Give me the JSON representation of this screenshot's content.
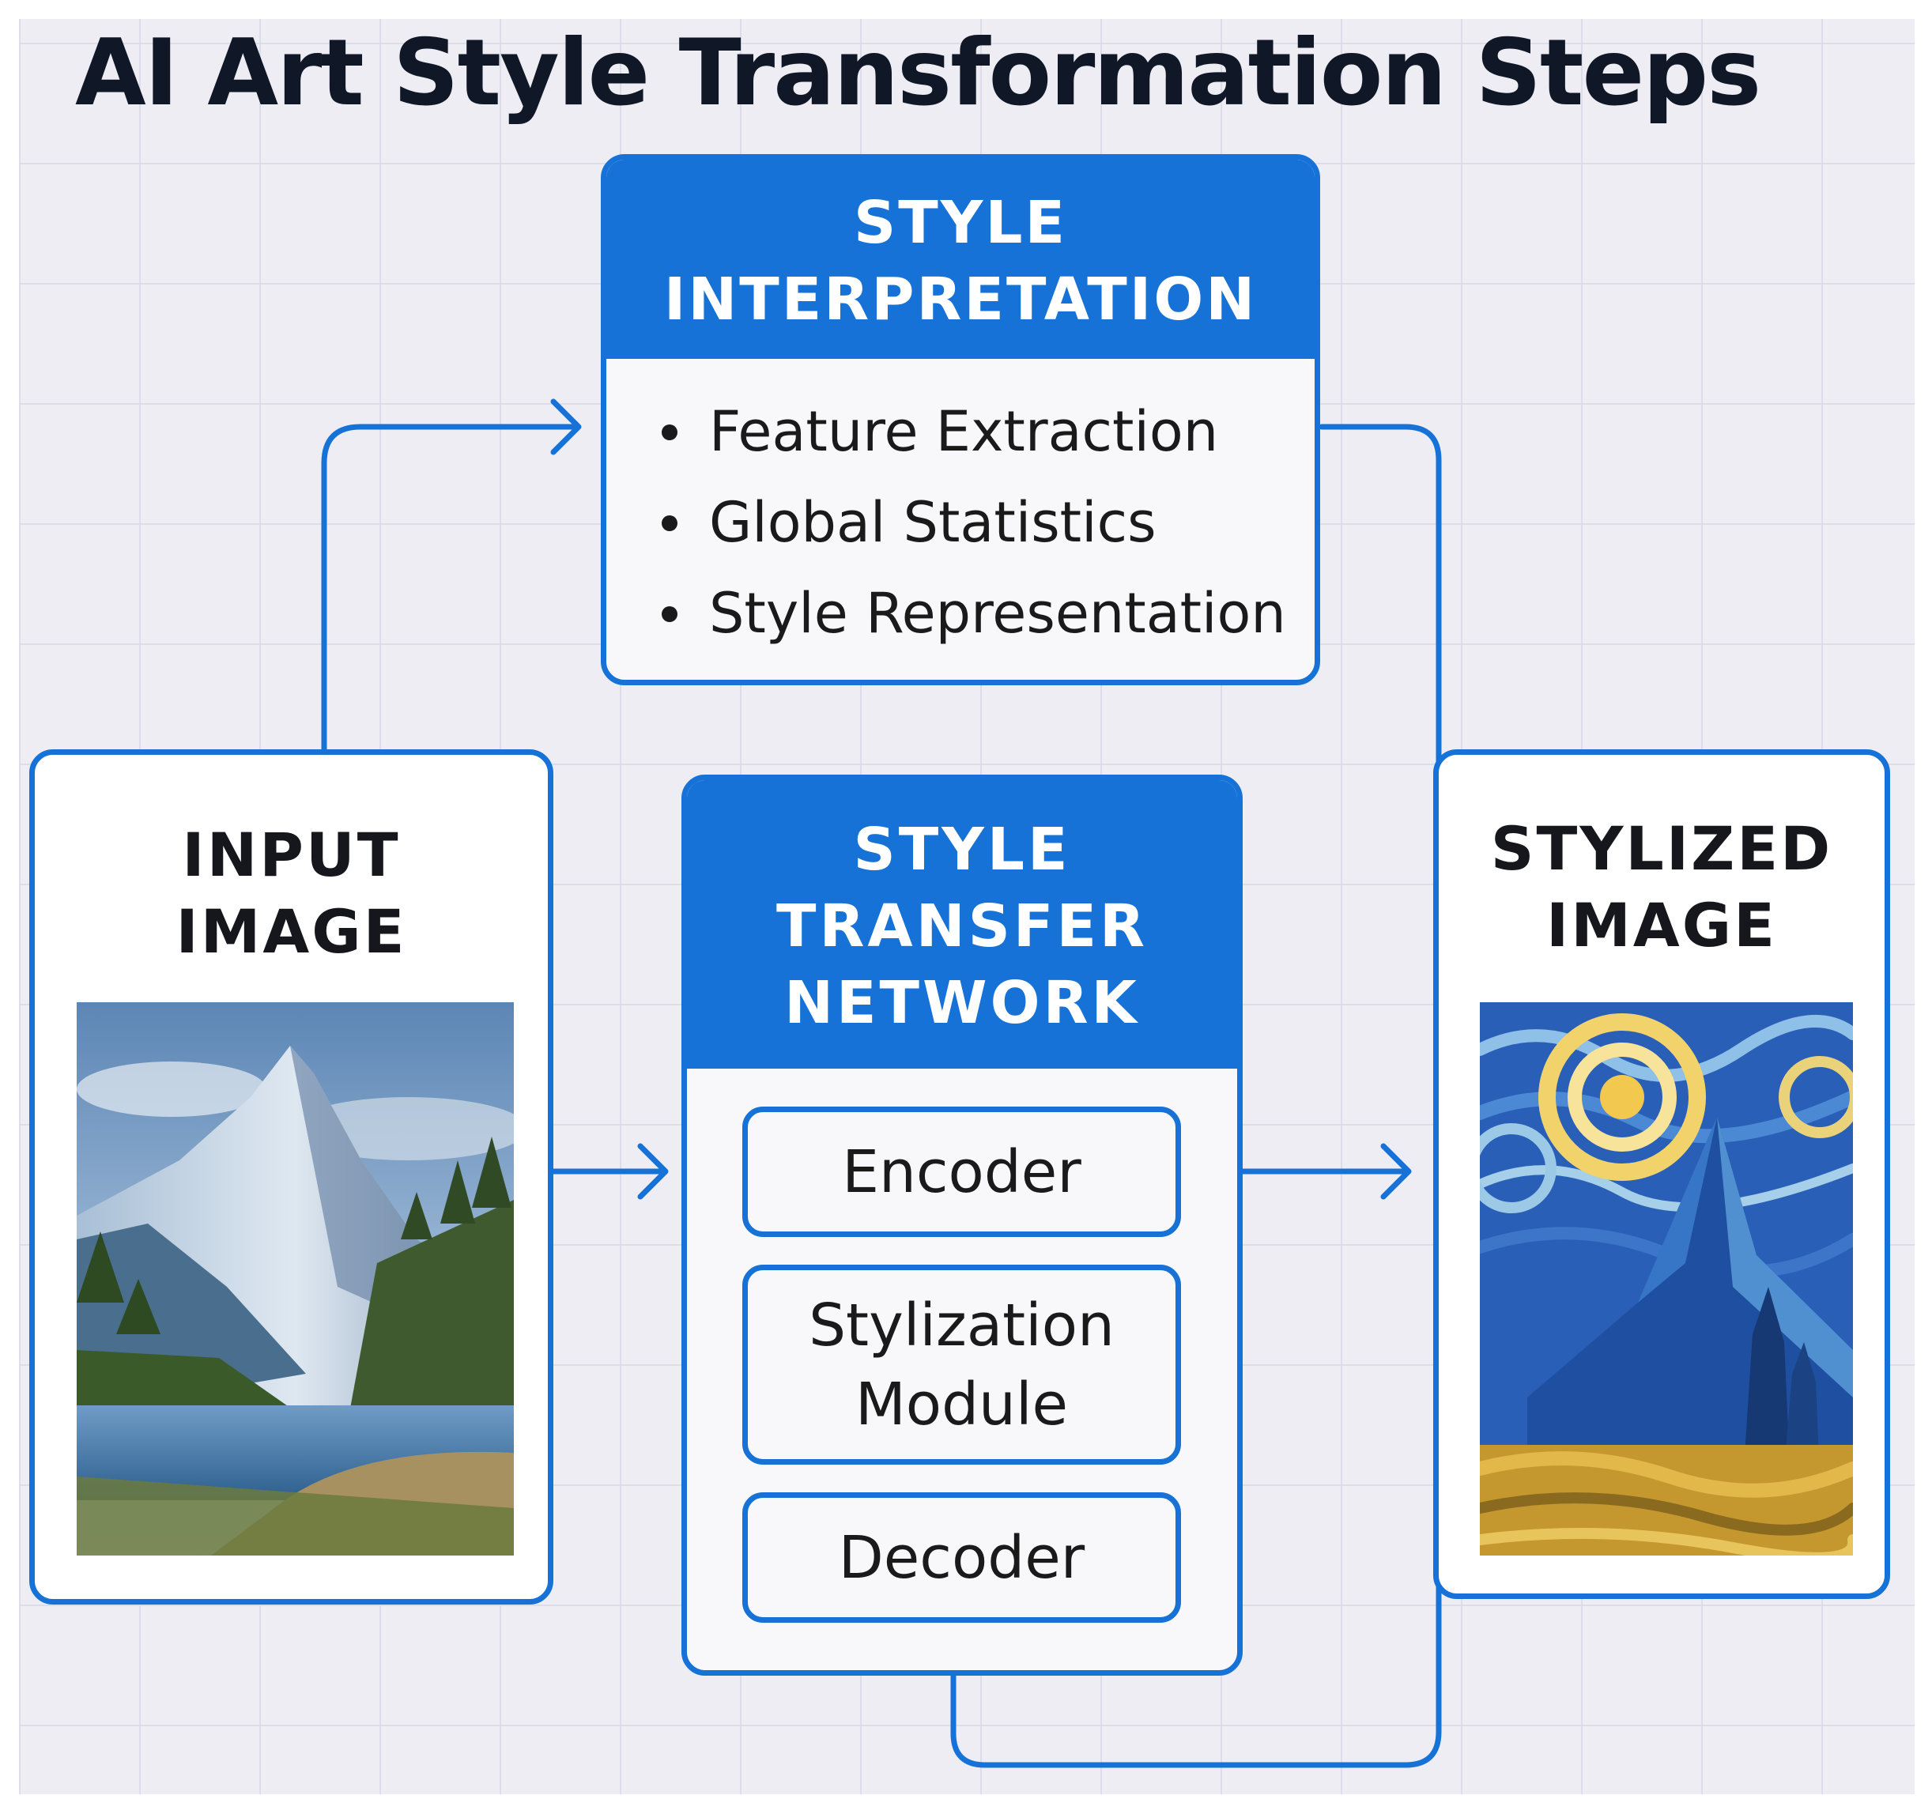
{
  "title": "AI Art Style Transformation Steps",
  "style_interpretation": {
    "heading": [
      "STYLE",
      "INTERPRETATION"
    ],
    "bullets": [
      "Feature Extraction",
      "Global Statistics",
      "Style Representation"
    ]
  },
  "input_image": {
    "heading": [
      "INPUT",
      "IMAGE"
    ]
  },
  "style_transfer_network": {
    "heading": [
      "STYLE",
      "TRANSFER",
      "NETWORK"
    ],
    "modules": {
      "encoder": [
        "Encoder"
      ],
      "stylization": [
        "Stylization",
        "Module"
      ],
      "decoder": [
        "Decoder"
      ]
    }
  },
  "stylized_image": {
    "heading": [
      "STYLIZED",
      "IMAGE"
    ]
  },
  "colors": {
    "accent": "#1672d6",
    "background": "#eeedf4",
    "title": "#101828"
  }
}
